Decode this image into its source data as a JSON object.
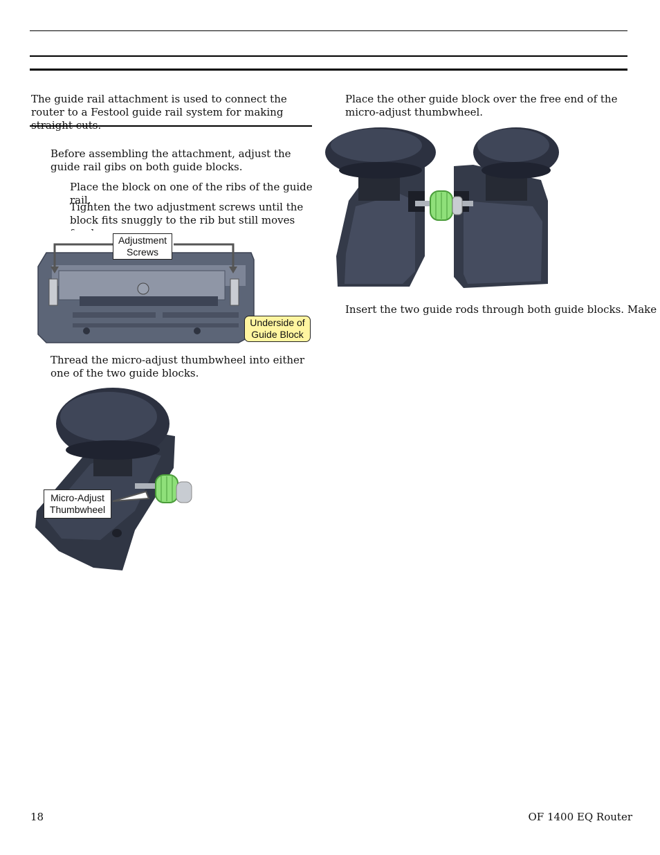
{
  "left_column": {
    "intro": "The guide rail attachment is used to connect the router to a Festool guide rail system for making straight cuts.",
    "step_gibs": "Before assembling the attachment, adjust the guide rail gibs on both guide blocks.",
    "substep_place": "Place the block on one of the ribs of the guide rail.",
    "substep_tighten": "Tighten the two adjustment screws until the block fits snuggly to the rib but still moves freely.",
    "callout_screws_1": "Adjustment",
    "callout_screws_2": "Screws",
    "callout_underside_1": "Underside of",
    "callout_underside_2": "Guide Block",
    "step_thread": "Thread the micro-adjust thumbwheel into either one of the two guide blocks.",
    "callout_thumb_1": "Micro-Adjust",
    "callout_thumb_2": "Thumbwheel"
  },
  "right_column": {
    "step_place_other": "Place the other guide block over the free end of the micro-adjust thumbwheel.",
    "step_insert": "Insert the two guide rods through both guide blocks. Make"
  },
  "footer": {
    "page_number": "18",
    "doc_title": "OF 1400 EQ Router"
  }
}
